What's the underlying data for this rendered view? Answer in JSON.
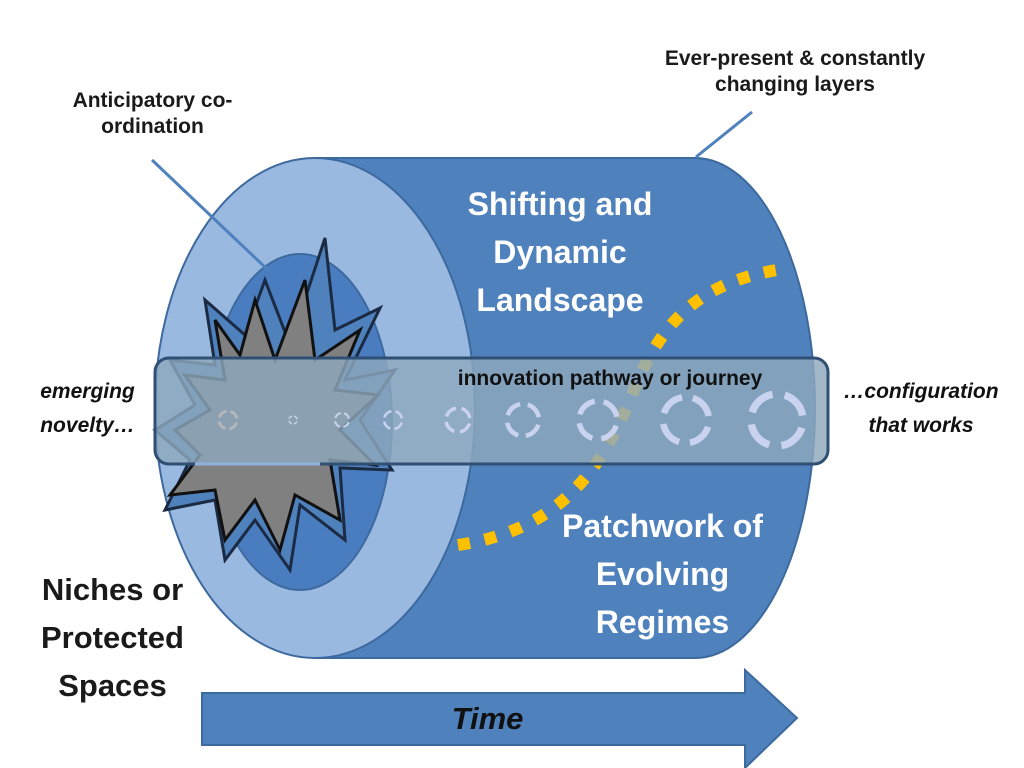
{
  "labels": {
    "ever_present": "Ever-present & constantly changing layers",
    "anticipatory": "Anticipatory co-ordination",
    "landscape": "Shifting and Dynamic Landscape",
    "pathway": "innovation pathway or journey",
    "emerging": "emerging novelty…",
    "configuration": "…configuration that works",
    "regimes": "Patchwork of Evolving Regimes",
    "niches": "Niches or Protected Spaces",
    "time": "Time"
  },
  "colors": {
    "body": "#4f81bd",
    "ring": "#9ab9e0",
    "path": "#ffc000",
    "tube": "#8ea8bd",
    "starburst": "#808080"
  },
  "icons": [
    "cycle-icon",
    "cycle-icon",
    "cycle-icon",
    "cycle-icon",
    "cycle-icon",
    "cycle-icon",
    "cycle-icon",
    "cycle-icon",
    "cycle-icon"
  ]
}
